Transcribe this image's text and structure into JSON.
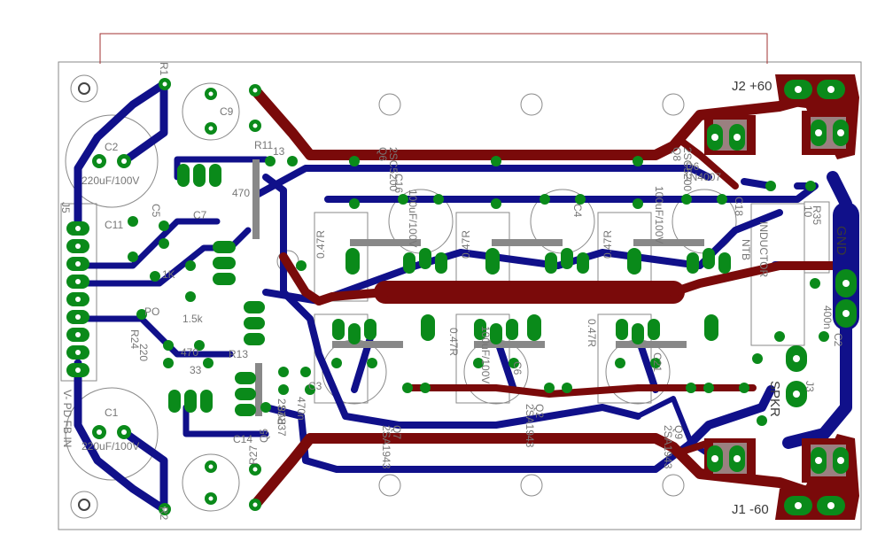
{
  "colors": {
    "bottom_copper": "#10108a",
    "top_copper": "#7a0a0a",
    "pad": "#0a8a1a",
    "drill": "#ffffff",
    "silkscreen": "#8a8a8a",
    "outline": "#a03030",
    "pad_block": "#9a8080"
  },
  "labels": {
    "j2": "J2 +60",
    "j1": "J1 -60",
    "gnd": "GND",
    "spkr": "SPKR",
    "j3": "J3",
    "inductor": "INDUCTOR",
    "ntb": "NTB",
    "j5": "J5",
    "r1": "R1",
    "r2": "R2",
    "c2": "C2",
    "c2v": "220uF/100V",
    "c1": "C1",
    "c1v": "220uF/100V",
    "c9": "C9",
    "c7": "C7",
    "c5": "C5",
    "c11": "C11",
    "c14": "C14",
    "c13": "13",
    "c3": "C3",
    "c3v": "470n",
    "r11": "R11",
    "r13": "R13",
    "r27": "R27",
    "r28": "R28",
    "r24": "R24",
    "r35": "R35",
    "r35v": "10",
    "po": "PO",
    "r470a": "470",
    "r470b": "470",
    "r15k": "1.5k",
    "r1k": "1K",
    "r220": "220",
    "r33": "33",
    "q6": "Q6",
    "q6p": "2SC5200",
    "q8": "Q8",
    "q8p": "2SC5200",
    "q7": "Q7",
    "q7p": "2SA1943",
    "q2": "Q2",
    "q2p": "2SA1943",
    "q9": "Q9",
    "q9p": "2SA1943",
    "d6": "D6",
    "d6p": "1N4007",
    "c16": "C16",
    "c18": "C18",
    "c4": "C4",
    "c6": "C6",
    "c21": "C21",
    "c100v": "100uF/100V",
    "c100vb": "100uF/100V",
    "c100vc": "100uF/100V",
    "r047a": "0.47R",
    "r047b": "0.47R",
    "r047c": "0.47R",
    "r047d": "0.47R",
    "r047e": "0.47R",
    "q5": "Q5",
    "q5p": "2SA837",
    "c400n": "400n",
    "c2_small": "C2",
    "pwr": "V- PD FB IN"
  }
}
